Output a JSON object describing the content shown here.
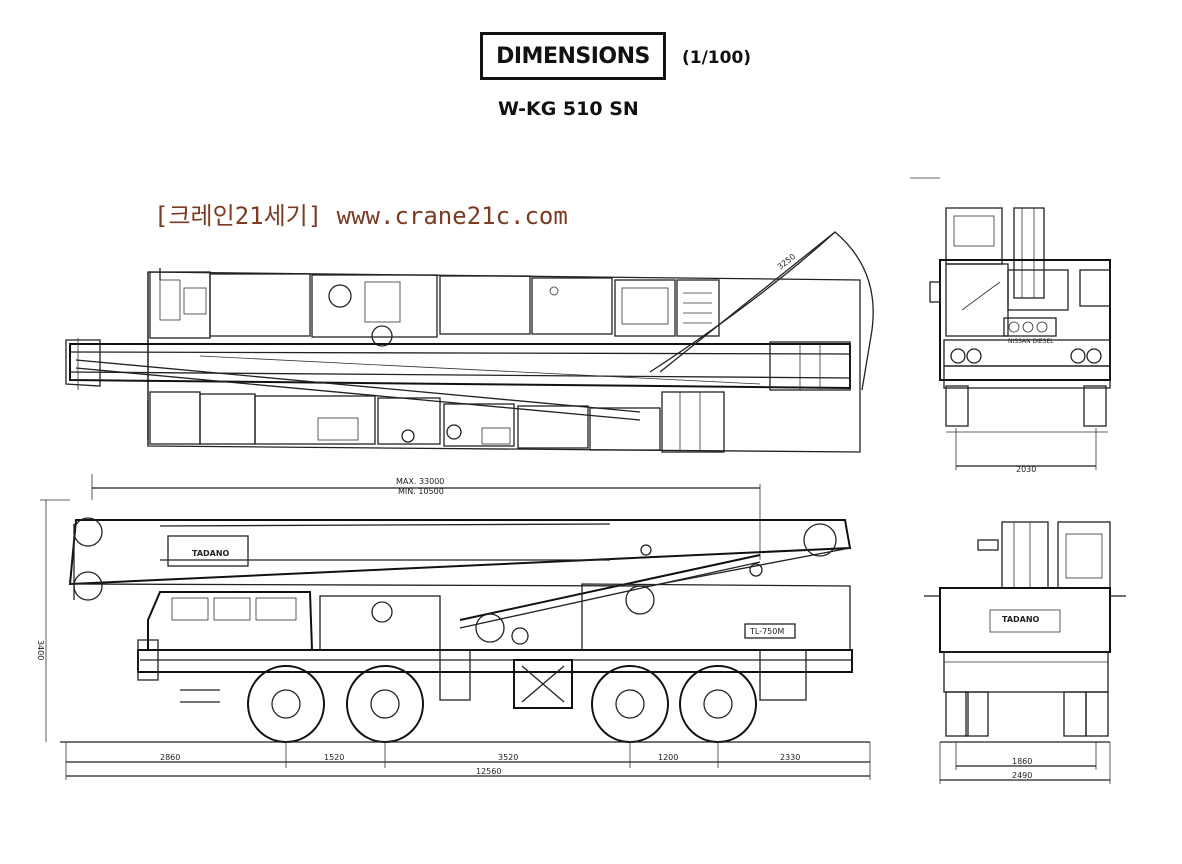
{
  "header": {
    "title": "DIMENSIONS",
    "scale": "(1/100)",
    "model": "W-KG 510 SN"
  },
  "watermark": "[크레인21세기] www.crane21c.com",
  "labels": {
    "tadano_side": "TADANO",
    "tadano_rear": "TADANO",
    "boom_model": "TL-750M",
    "front_plate": "NISSAN DIESEL"
  },
  "dimensions": {
    "radius": "3250",
    "boom_max": "MAX. 33000",
    "boom_min": "MIN. 10500",
    "height": "3400",
    "seg_1": "2860",
    "seg_2": "1520",
    "seg_3": "3520",
    "seg_4": "1200",
    "seg_5": "2330",
    "overall_length": "12560",
    "front_width": "2030",
    "rear_track": "1860",
    "rear_width": "2490"
  },
  "colors": {
    "ink": "#222222",
    "watermark": "#7a3b22"
  }
}
